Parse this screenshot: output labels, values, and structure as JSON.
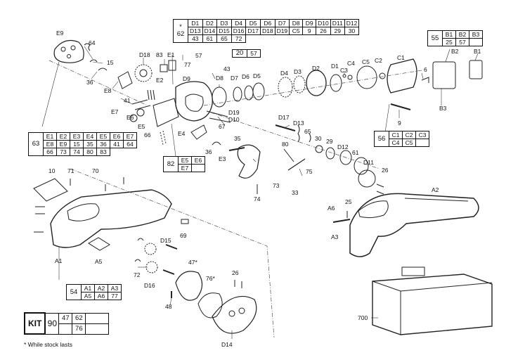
{
  "tables": {
    "t62": {
      "key": "62",
      "star": "*",
      "rows": [
        [
          "D1",
          "D2",
          "D3",
          "D4",
          "D5",
          "D6",
          "D7",
          "D8",
          "D9",
          "D10",
          "D11",
          "D12"
        ],
        [
          "D13",
          "D14",
          "D15",
          "D16",
          "D17",
          "D18",
          "D19",
          "C5",
          "9",
          "26",
          "29",
          "30"
        ],
        [
          "43",
          "61",
          "65",
          "72"
        ]
      ]
    },
    "t55": {
      "key": "55",
      "rows": [
        [
          "B1",
          "B2",
          "B3"
        ],
        [
          "25",
          "57"
        ]
      ]
    },
    "t20": {
      "key": "20",
      "rows": [
        [
          "57"
        ]
      ]
    },
    "t63": {
      "key": "63",
      "rows": [
        [
          "E1",
          "E2",
          "E3",
          "E4",
          "E5",
          "E6",
          "E7"
        ],
        [
          "E8",
          "E9",
          "15",
          "35",
          "36",
          "41",
          "64"
        ],
        [
          "66",
          "73",
          "74",
          "80",
          "83"
        ]
      ]
    },
    "t82": {
      "key": "82",
      "rows": [
        [
          "E5",
          "E6"
        ],
        [
          "E7"
        ]
      ]
    },
    "t56": {
      "key": "56",
      "rows": [
        [
          "C1",
          "C2",
          "C3"
        ],
        [
          "C4",
          "C5"
        ]
      ]
    },
    "t54": {
      "key": "54",
      "rows": [
        [
          "A1",
          "A2",
          "A3"
        ],
        [
          "A5",
          "A6",
          "77"
        ]
      ]
    },
    "kit": {
      "label": "KIT",
      "key": "90",
      "rows": [
        [
          "47",
          "62",
          ""
        ],
        [
          "",
          "76",
          ""
        ]
      ]
    }
  },
  "footnote": "* While stock lasts",
  "labels": [
    {
      "id": "E9",
      "t": "E9"
    },
    {
      "id": "64",
      "t": "64"
    },
    {
      "id": "15",
      "t": "15"
    },
    {
      "id": "36a",
      "t": "36"
    },
    {
      "id": "E8",
      "t": "E8"
    },
    {
      "id": "D18",
      "t": "D18"
    },
    {
      "id": "83",
      "t": "83"
    },
    {
      "id": "E1",
      "t": "E1"
    },
    {
      "id": "E2",
      "t": "E2"
    },
    {
      "id": "41",
      "t": "41"
    },
    {
      "id": "E7",
      "t": "E7"
    },
    {
      "id": "E6",
      "t": "E6"
    },
    {
      "id": "E5",
      "t": "E5"
    },
    {
      "id": "66",
      "t": "66"
    },
    {
      "id": "57",
      "t": "57"
    },
    {
      "id": "77",
      "t": "77"
    },
    {
      "id": "D9",
      "t": "D9"
    },
    {
      "id": "43",
      "t": "43"
    },
    {
      "id": "D8",
      "t": "D8"
    },
    {
      "id": "D7",
      "t": "D7"
    },
    {
      "id": "D6",
      "t": "D6"
    },
    {
      "id": "D5",
      "t": "D5"
    },
    {
      "id": "D4",
      "t": "D4"
    },
    {
      "id": "D3",
      "t": "D3"
    },
    {
      "id": "D2",
      "t": "D2"
    },
    {
      "id": "D1",
      "t": "D1"
    },
    {
      "id": "C3",
      "t": "C3"
    },
    {
      "id": "C4",
      "t": "C4"
    },
    {
      "id": "C5",
      "t": "C5"
    },
    {
      "id": "C2",
      "t": "C2"
    },
    {
      "id": "C1",
      "t": "C1"
    },
    {
      "id": "6",
      "t": "6"
    },
    {
      "id": "B2",
      "t": "B2"
    },
    {
      "id": "B1",
      "t": "B1"
    },
    {
      "id": "B3",
      "t": "B3"
    },
    {
      "id": "9",
      "t": "9"
    },
    {
      "id": "D19",
      "t": "D19"
    },
    {
      "id": "D10",
      "t": "D10"
    },
    {
      "id": "67",
      "t": "67"
    },
    {
      "id": "E4",
      "t": "E4"
    },
    {
      "id": "36b",
      "t": "36"
    },
    {
      "id": "35",
      "t": "35"
    },
    {
      "id": "E3",
      "t": "E3"
    },
    {
      "id": "D17",
      "t": "D17"
    },
    {
      "id": "D13",
      "t": "D13"
    },
    {
      "id": "65",
      "t": "65"
    },
    {
      "id": "30",
      "t": "30"
    },
    {
      "id": "80",
      "t": "80"
    },
    {
      "id": "29",
      "t": "29"
    },
    {
      "id": "D12",
      "t": "D12"
    },
    {
      "id": "61",
      "t": "61"
    },
    {
      "id": "D11",
      "t": "D11"
    },
    {
      "id": "26a",
      "t": "26"
    },
    {
      "id": "75",
      "t": "75"
    },
    {
      "id": "73",
      "t": "73"
    },
    {
      "id": "33",
      "t": "33"
    },
    {
      "id": "74",
      "t": "74"
    },
    {
      "id": "A2",
      "t": "A2"
    },
    {
      "id": "10",
      "t": "10"
    },
    {
      "id": "71",
      "t": "71"
    },
    {
      "id": "70",
      "t": "70"
    },
    {
      "id": "A6",
      "t": "A6"
    },
    {
      "id": "25",
      "t": "25"
    },
    {
      "id": "A3",
      "t": "A3"
    },
    {
      "id": "69",
      "t": "69"
    },
    {
      "id": "A1",
      "t": "A1"
    },
    {
      "id": "A5",
      "t": "A5"
    },
    {
      "id": "D15",
      "t": "D15"
    },
    {
      "id": "72",
      "t": "72"
    },
    {
      "id": "D16",
      "t": "D16"
    },
    {
      "id": "47",
      "t": "47*"
    },
    {
      "id": "76",
      "t": "76*"
    },
    {
      "id": "26b",
      "t": "26"
    },
    {
      "id": "48",
      "t": "48"
    },
    {
      "id": "D14",
      "t": "D14"
    },
    {
      "id": "700",
      "t": "700"
    }
  ]
}
